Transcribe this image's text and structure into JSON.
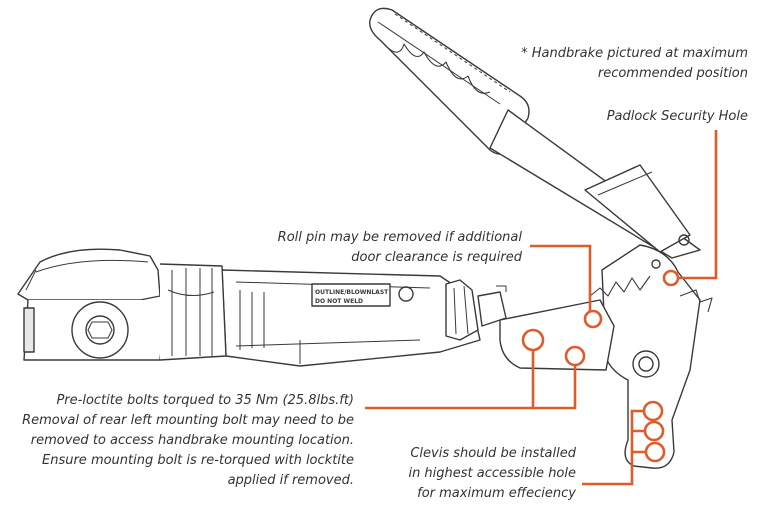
{
  "annotations": {
    "handbrake_note": {
      "lines": [
        "* Handbrake pictured at maximum",
        "recommended position"
      ]
    },
    "padlock_note": {
      "text": "Padlock  Security Hole"
    },
    "roll_pin_note": {
      "lines": [
        "Roll pin may be removed if additional",
        "door clearance is required"
      ]
    },
    "bolts_note": {
      "lines": [
        "Pre-loctite bolts torqued to 35 Nm (25.8lbs.ft)",
        "Removal of rear left mounting bolt may need to be",
        "removed  to access handbrake mounting location.",
        "Ensure mounting bolt is re-torqued  with locktite",
        "applied if removed."
      ]
    },
    "clevis_note": {
      "lines": [
        "Clevis should be installed",
        "in highest accessible hole",
        "for maximum effeciency"
      ]
    }
  },
  "label_plate": {
    "lines": [
      "OUTLINE/BLOWNLAST",
      "DO NOT WELD"
    ]
  },
  "colors": {
    "accent": "#e05a2a",
    "line_art": "#3a3a3a",
    "text": "#333333"
  }
}
